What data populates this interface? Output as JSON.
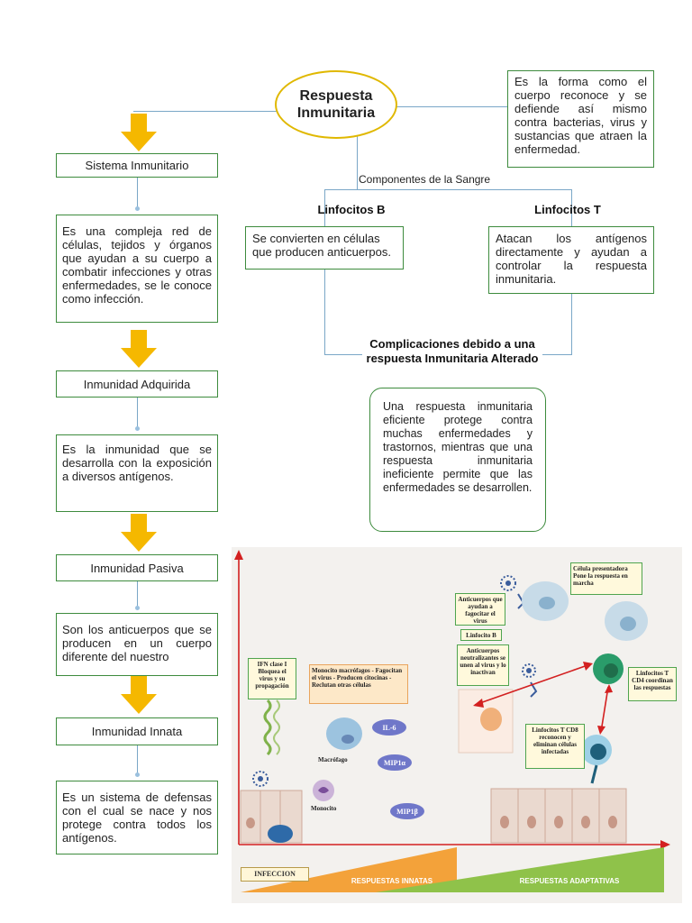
{
  "main": {
    "title_line1": "Respuesta",
    "title_line2": "Inmunitaria",
    "definition": "Es la forma como el cuerpo reconoce y se defiende así mismo contra bacterias, virus y sustancias que atraen la enfermedad."
  },
  "left_column": [
    {
      "title": "Sistema Inmunitario",
      "desc": "Es una compleja red de células, tejidos y órganos que ayudan a su cuerpo a combatir infecciones y otras enfermedades, se le conoce como infección."
    },
    {
      "title": "Inmunidad Adquirida",
      "desc": "Es la inmunidad que se desarrolla con la exposición a diversos antígenos."
    },
    {
      "title": "Inmunidad Pasiva",
      "desc": "Son los anticuerpos que se producen en un cuerpo diferente del nuestro"
    },
    {
      "title": "Inmunidad Innata",
      "desc": "Es un sistema de defensas con el cual se nace y nos protege contra todos los antígenos."
    }
  ],
  "components": {
    "label": "Componentes de la Sangre",
    "b_title": "Linfocitos B",
    "b_desc": "Se convierten en células que producen anticuerpos.",
    "t_title": "Linfocitos T",
    "t_desc": "Atacan los antígenos directamente y ayudan a controlar la respuesta inmunitaria."
  },
  "complications": {
    "title": "Complicaciones debido a una respuesta Inmunitaria Alterado",
    "text": "Una respuesta inmunitaria eficiente protege contra muchas enfermedades y trastornos, mientras que una respuesta inmunitaria ineficiente permite que las enfermedades se desarrollen."
  },
  "illustration": {
    "ifn": "IFN clase I Bloquea el virus y su propagación",
    "monocyte_box": "Monocito macrófagos - Fagocitan el virus - Producen citocinas - Reclutan otras células",
    "macrofago": "Macrófago",
    "monocito": "Monocito",
    "il6": "IL-6",
    "mip1a": "MIP1α",
    "mip1b": "MIP1β",
    "antibodies_help": "Anticuerpos que ayudan a fagocitar el virus",
    "linfocito_b": "Linfocito B",
    "antibodies_neutral": "Anticuerpos neutralizantes se unen al virus y lo inactivan",
    "apc": "Célula presentadora Pone la respuesta en marcha",
    "cd4": "Linfocitos T CD4 coordinan las respuestas",
    "cd8": "Linfocitos T CD8 reconocen y eliminan células infectadas",
    "infeccion": "INFECCION",
    "innatas": "RESPUESTAS INNATAS",
    "adaptativas": "RESPUESTAS ADAPTATIVAS"
  },
  "colors": {
    "arrow": "#f5b800",
    "box_border": "#3d8b3d",
    "connector": "#7aa7c7",
    "ellipse_border": "#e0b800"
  }
}
